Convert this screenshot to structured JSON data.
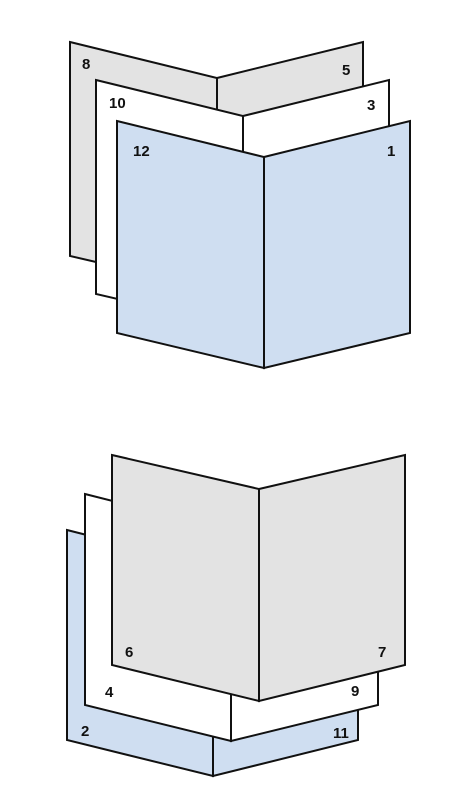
{
  "colors": {
    "gray": "#e3e3e3",
    "white": "#ffffff",
    "blue": "#cfdef1",
    "outline": "#111111"
  },
  "top_group": {
    "sheets": [
      {
        "color": "gray",
        "left_page": "8",
        "right_page": "5"
      },
      {
        "color": "white",
        "left_page": "10",
        "right_page": "3"
      },
      {
        "color": "blue",
        "left_page": "12",
        "right_page": "1"
      }
    ]
  },
  "bottom_group": {
    "sheets": [
      {
        "color": "blue",
        "left_page": "2",
        "right_page": "11"
      },
      {
        "color": "white",
        "left_page": "4",
        "right_page": "9"
      },
      {
        "color": "gray",
        "left_page": "6",
        "right_page": "7"
      }
    ]
  }
}
